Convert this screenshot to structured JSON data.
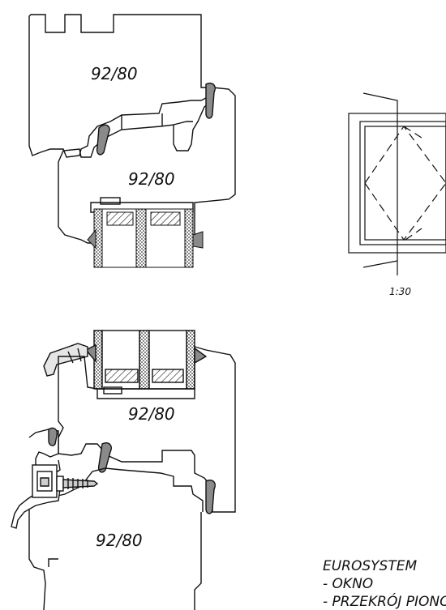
{
  "profile_labels": {
    "top_sash": "92/80",
    "top_frame": "92/80",
    "bottom_frame": "92/80",
    "bottom_sash": "92/80"
  },
  "elevation": {
    "scale": "1:30"
  },
  "caption": {
    "system": "EUROSYSTEM",
    "line2": "- OKNO",
    "line3": "- PRZEKRÓJ PIONOWY"
  },
  "colors": {
    "line": "#111111",
    "gasket": "#8a8a8a",
    "insulation": "#444444",
    "background": "#ffffff"
  }
}
